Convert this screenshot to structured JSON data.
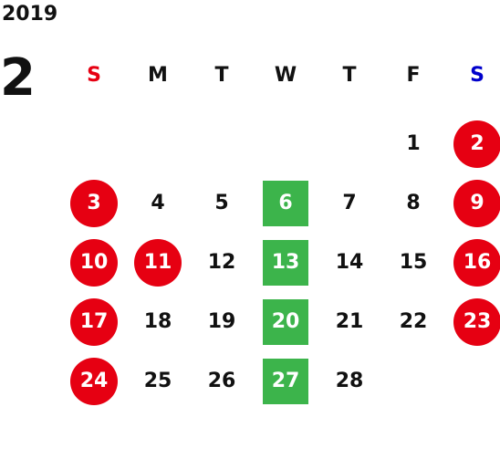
{
  "calendar": {
    "year": "2019",
    "month": "2",
    "weekdays": [
      {
        "label": "S",
        "color": "#e60012"
      },
      {
        "label": "M",
        "color": "#111111"
      },
      {
        "label": "T",
        "color": "#111111"
      },
      {
        "label": "W",
        "color": "#111111"
      },
      {
        "label": "T",
        "color": "#111111"
      },
      {
        "label": "F",
        "color": "#111111"
      },
      {
        "label": "S",
        "color": "#0000cc"
      }
    ],
    "first_weekday_index": 5,
    "days": [
      {
        "day": "1",
        "style": "normal"
      },
      {
        "day": "2",
        "style": "holiday"
      },
      {
        "day": "3",
        "style": "holiday"
      },
      {
        "day": "4",
        "style": "normal"
      },
      {
        "day": "5",
        "style": "normal"
      },
      {
        "day": "6",
        "style": "wed"
      },
      {
        "day": "7",
        "style": "normal"
      },
      {
        "day": "8",
        "style": "normal"
      },
      {
        "day": "9",
        "style": "holiday"
      },
      {
        "day": "10",
        "style": "holiday"
      },
      {
        "day": "11",
        "style": "holiday"
      },
      {
        "day": "12",
        "style": "normal"
      },
      {
        "day": "13",
        "style": "wed"
      },
      {
        "day": "14",
        "style": "normal"
      },
      {
        "day": "15",
        "style": "normal"
      },
      {
        "day": "16",
        "style": "holiday"
      },
      {
        "day": "17",
        "style": "holiday"
      },
      {
        "day": "18",
        "style": "normal"
      },
      {
        "day": "19",
        "style": "normal"
      },
      {
        "day": "20",
        "style": "wed"
      },
      {
        "day": "21",
        "style": "normal"
      },
      {
        "day": "22",
        "style": "normal"
      },
      {
        "day": "23",
        "style": "holiday"
      },
      {
        "day": "24",
        "style": "holiday"
      },
      {
        "day": "25",
        "style": "normal"
      },
      {
        "day": "26",
        "style": "normal"
      },
      {
        "day": "27",
        "style": "wed"
      },
      {
        "day": "28",
        "style": "normal"
      }
    ],
    "colors": {
      "holiday": "#e60012",
      "wed": "#3cb44b",
      "text": "#111111"
    }
  }
}
